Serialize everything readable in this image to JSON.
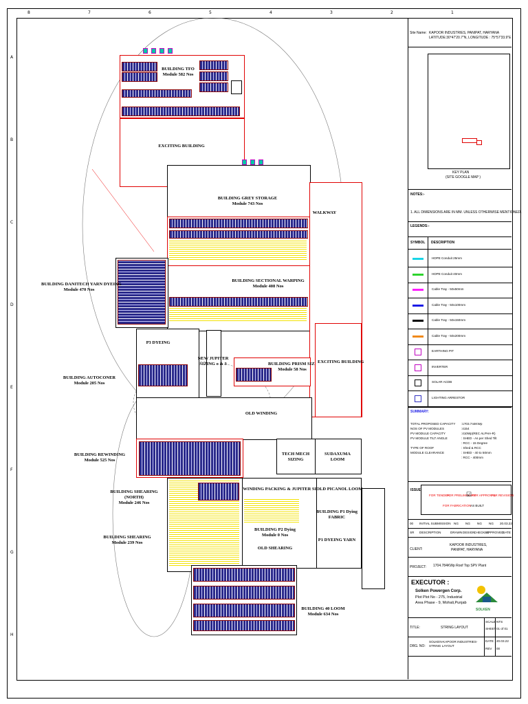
{
  "title_block": {
    "site_label": "Site Name:",
    "site_name": "KAPOOR INDUSTRIES, PANIPAT, HARYANA",
    "site_coords": "LATITUDE:30°47'20.7\"N,  LONGITUDE : 75°57'33.9\"E",
    "key_plan": "KEY PLAN",
    "key_plan_sub": "(SITE GOOGLE MAP )",
    "notes_title": "NOTES:-",
    "note_1": "1.  ALL DIMENSIONS ARE IN MM. UNLESS OTHERWISE MENTIONED.",
    "legends_title": "LEGENDS:-",
    "symbol_header": "SYMBOL",
    "description_header": "DESCRIPTION",
    "summary_title": "SUMMARY:",
    "summary": [
      {
        "label": "TOTAL PROPOSED CAPACITY",
        "value": ":1703.744KWp"
      },
      {
        "label": "NOS OF PV MODULES",
        "value": ":4154"
      },
      {
        "label": "PV MODULE CAPACITY",
        "value": ":410Wp(REC ALPHA-R)"
      },
      {
        "label": "PV MODULE TILT ANGLE",
        "value": ": SHED - As per Shed Tilt"
      },
      {
        "label": "",
        "value": ": RCC - 15 Degree"
      },
      {
        "label": "TYPE OF ROOF",
        "value": ": Shed & RCC"
      },
      {
        "label": "MODULE CLEARANCE",
        "value": ": SHED - 40 to 50mm"
      },
      {
        "label": "",
        "value": ": RCC - 400mm"
      }
    ],
    "issue_label": "ISSUE",
    "issue_options": [
      "FOR TENDER",
      "FOR PRELIMINARY",
      "FOR APPROVAL",
      "FOR REVISION",
      "FOR FABRICATION",
      "AS BUILT"
    ],
    "revision_row": {
      "no": "00",
      "desc": "INITIAL SUBMISSION",
      "drawn": "NG",
      "design": "NG",
      "checked": "NG",
      "approved": "NG",
      "date": "20.03.22"
    },
    "revision_headers": {
      "no": "SR",
      "desc": "DESCRIPTION",
      "drawn": "DRAWN",
      "design": "DESIGN",
      "checked": "CHECKED",
      "approved": "APPROVED",
      "date": "DATE"
    },
    "client_label": "CLIENT:",
    "client_line1": "KAPOOR INDUSTRIES,",
    "client_line2": "PANIPAT, HARYANA",
    "project_label": "PROJECT:",
    "project": "1704.784KWp Roof Top SPV Plant",
    "executor_label": "EXECUTOR :",
    "executor_name": "Solken Powergen Corp.",
    "executor_addr1": "Plot Plot No - 275, Industrial",
    "executor_addr2": "Area Phase - 9, Mohali,Punjab",
    "logo_text": "SOLKEN",
    "title_label": "TITLE:",
    "title": "STRING LAYOUT",
    "scale_label": "SCALE",
    "scale": "NTS",
    "sheet_label": "SHEET",
    "sheet": "01 of 01",
    "date_label": "DATE",
    "date": "20.03.22",
    "rev_label": "REV",
    "rev": "00",
    "drg_label": "DRG. NO:",
    "drg_no_line1": "SOLKEN-KAPOOR INDUSTRIES-",
    "drg_no_line2": "STRING LAYOUT"
  },
  "legend": [
    {
      "symbol": "hdpe-25-icon",
      "color": "#18d4e6",
      "desc": "HDPE Conduit 25mm"
    },
    {
      "symbol": "hdpe-40-icon",
      "color": "#2ed42e",
      "desc": "HDPE Conduit 40mm"
    },
    {
      "symbol": "tray-50x50-icon",
      "color": "#ff1aff",
      "desc": "Cable Tray - 50x50mm"
    },
    {
      "symbol": "tray-50x100-icon",
      "color": "#1a1ae6",
      "desc": "Cable Tray - 50x100mm"
    },
    {
      "symbol": "tray-50x150-icon",
      "color": "#000000",
      "desc": "Cable Tray - 50x150mm"
    },
    {
      "symbol": "tray-50x200-icon",
      "color": "#f08a1a",
      "desc": "Cable Tray - 50x200mm"
    },
    {
      "symbol": "earthing-pit-icon",
      "color": "#c000c0",
      "desc": "EARTHING PIT"
    },
    {
      "symbol": "inverter-icon",
      "color": "#c000c0",
      "desc": "INVERTER"
    },
    {
      "symbol": "solar-acdb-icon",
      "color": "#000000",
      "desc": "SOLAR ACDB"
    },
    {
      "symbol": "lightning-arrestor-icon",
      "color": "#3030c0",
      "desc": "LIGHTING ARRESTOR"
    }
  ],
  "plan": {
    "tfo": "BUILDING  TFO",
    "tfo_mod": "Module  582 Nos",
    "existing_1": "EXCITING BUILDING",
    "grey": "BUILDING   GREY STORAGE",
    "grey_mod": "Module  743 Nos",
    "walkway": "WALKWAY",
    "sectional": "BUILDING   SECTIONAL  WARPING",
    "sectional_mod": "Module  408 Nos",
    "danitech": "BUILDING  DANITECH YARN DYEING",
    "danitech_mod": "Module  470 Nos",
    "p3": "P3 DYEING",
    "newjupiter1": "NEW JUPITER",
    "newjupiter2": "SIZING  o & 3",
    "prism": "BUILDING   PRISM SIZING",
    "prism_mod": "Module  58 Nos",
    "existing_2": "EXCITING BUILDING",
    "autoconer": "BUILDING   AUTOCONER",
    "autoconer_mod": "Module  205 Nos",
    "old_winding": "OLD WINDING",
    "tech_mech": "TECH MECH",
    "sizing": "SIZING",
    "sudaxuma": "SUDAXUMA",
    "loom": "LOOM",
    "rewinding": "BUILDING   REWINDING",
    "rewinding_mod": "Module  525 Nos",
    "shearing_n": "BUILDING   SHEARING",
    "shearing_n2": "(NORTH)",
    "shearing_n_mod": "Module  246 Nos",
    "winding_packing": "WINDING PACKING & JUPITER SIZING",
    "old_picanol": "OLD PICANOL LOOM",
    "p1_fabric1": "BUILDING   P1 Dying",
    "p1_fabric2": "FABRIC",
    "p2": "BUILDING   P2 Dying",
    "p2_mod": "Module   0 Nos",
    "shearing": "BUILDING   SHEARING",
    "shearing_mod": "Module  239 Nos",
    "old_shearing": "OLD SHEARING",
    "p1_yarn": "P1 DYEING YARN",
    "loom40": "BUILDING   40 LOOM",
    "loom40_mod": "Module  634 Nos"
  },
  "grid": {
    "cols": [
      "8",
      "7",
      "6",
      "5",
      "4",
      "3",
      "2",
      "1"
    ],
    "rows": [
      "A",
      "B",
      "C",
      "D",
      "E",
      "F",
      "G",
      "H"
    ]
  }
}
